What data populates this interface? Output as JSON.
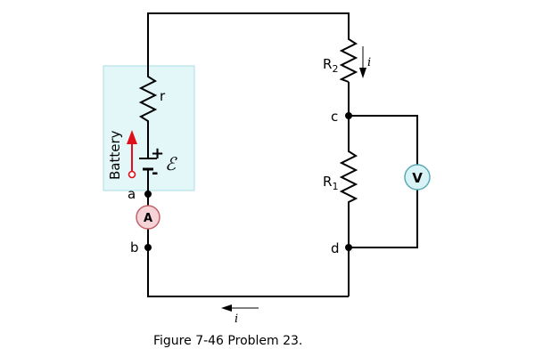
{
  "labels": {
    "battery": "Battery",
    "r": "r",
    "emf": "ℰ",
    "plus": "+",
    "minus": "-",
    "a": "a",
    "b": "b",
    "c": "c",
    "d": "d",
    "r2": "R",
    "r2_sub": "2",
    "r1": "R",
    "r1_sub": "1",
    "i_right": "i",
    "i_bottom": "i",
    "ammeter": "A",
    "voltmeter": "V"
  },
  "caption": "Figure 7-46 Problem 23.",
  "colors": {
    "battery_box_fill": "#e3f7f9",
    "battery_box_stroke": "#a8dce3",
    "ammeter_fill": "#f6d3d6",
    "ammeter_stroke": "#c0636c",
    "voltmeter_fill": "#d8f3f6",
    "voltmeter_stroke": "#5aaab6",
    "arrow_red": "#e0101a"
  }
}
